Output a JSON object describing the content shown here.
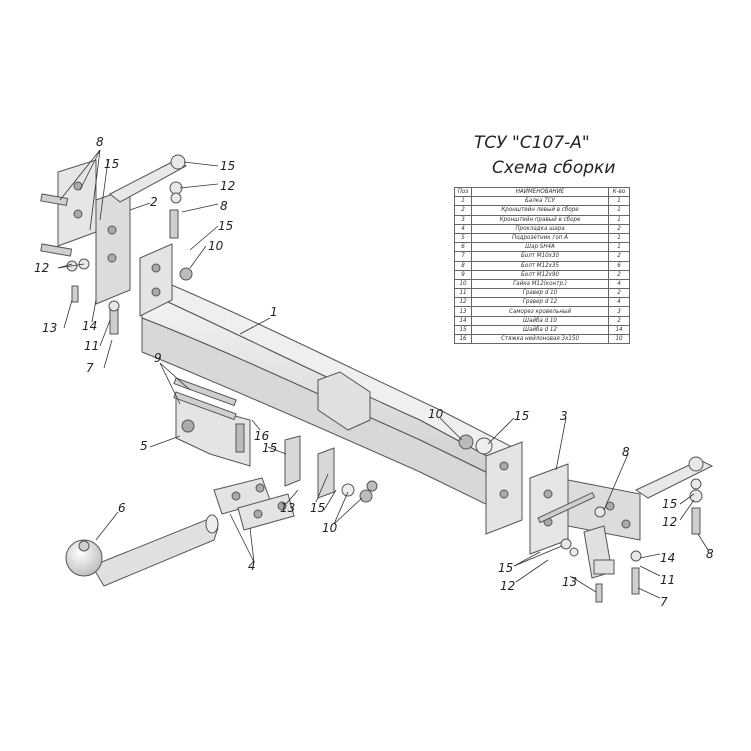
{
  "title": "ТСУ \"С107-А\"",
  "subtitle": "Схема сборки",
  "table": {
    "headers": [
      "Поз",
      "НАИМЕНОВАНИЕ",
      "К-во"
    ],
    "rows": [
      [
        "1",
        "Балка ТСУ",
        "1"
      ],
      [
        "2",
        "Кронштейн левый в сборе",
        "1"
      ],
      [
        "3",
        "Кронштейн правый в сборе",
        "1"
      ],
      [
        "4",
        "Прокладка шара",
        "2"
      ],
      [
        "5",
        "Подрозетник гоп А",
        "1"
      ],
      [
        "6",
        "Шар SH4A",
        "1"
      ],
      [
        "7",
        "Болт М10х30",
        "2"
      ],
      [
        "8",
        "Болт М12х35",
        "6"
      ],
      [
        "9",
        "Болт М12х90",
        "2"
      ],
      [
        "10",
        "Гайка М12(контр.)",
        "4"
      ],
      [
        "11",
        "Гравер d 10",
        "2"
      ],
      [
        "12",
        "Гравер d 12",
        "4"
      ],
      [
        "13",
        "Саморез кровельный",
        "3"
      ],
      [
        "14",
        "Шайба d 10",
        "2"
      ],
      [
        "15",
        "Шайба d 12",
        "14"
      ],
      [
        "16",
        "Стяжка нейлоновая 3х150",
        "10"
      ]
    ]
  },
  "callouts": {
    "c1": "1",
    "c2": "2",
    "c3": "3",
    "c4": "4",
    "c5": "5",
    "c6": "6",
    "c7a": "7",
    "c7b": "7",
    "c8a": "8",
    "c8b": "8",
    "c8c": "8",
    "c8d": "8",
    "c9": "9",
    "c10a": "10",
    "c10b": "10",
    "c10c": "10",
    "c11a": "11",
    "c11b": "11",
    "c12a": "12",
    "c12b": "12",
    "c12c": "12",
    "c12d": "12",
    "c13a": "13",
    "c13b": "13",
    "c13c": "13",
    "c14a": "14",
    "c14b": "14",
    "c15a": "15",
    "c15b": "15",
    "c15c": "15",
    "c15d": "15",
    "c15e": "15",
    "c15f": "15",
    "c15g": "15",
    "c15h": "15"
  },
  "colors": {
    "part_fill": "#e6e6e6",
    "part_dark": "#bdbdbd",
    "outline": "#555555",
    "leader": "#333333"
  }
}
